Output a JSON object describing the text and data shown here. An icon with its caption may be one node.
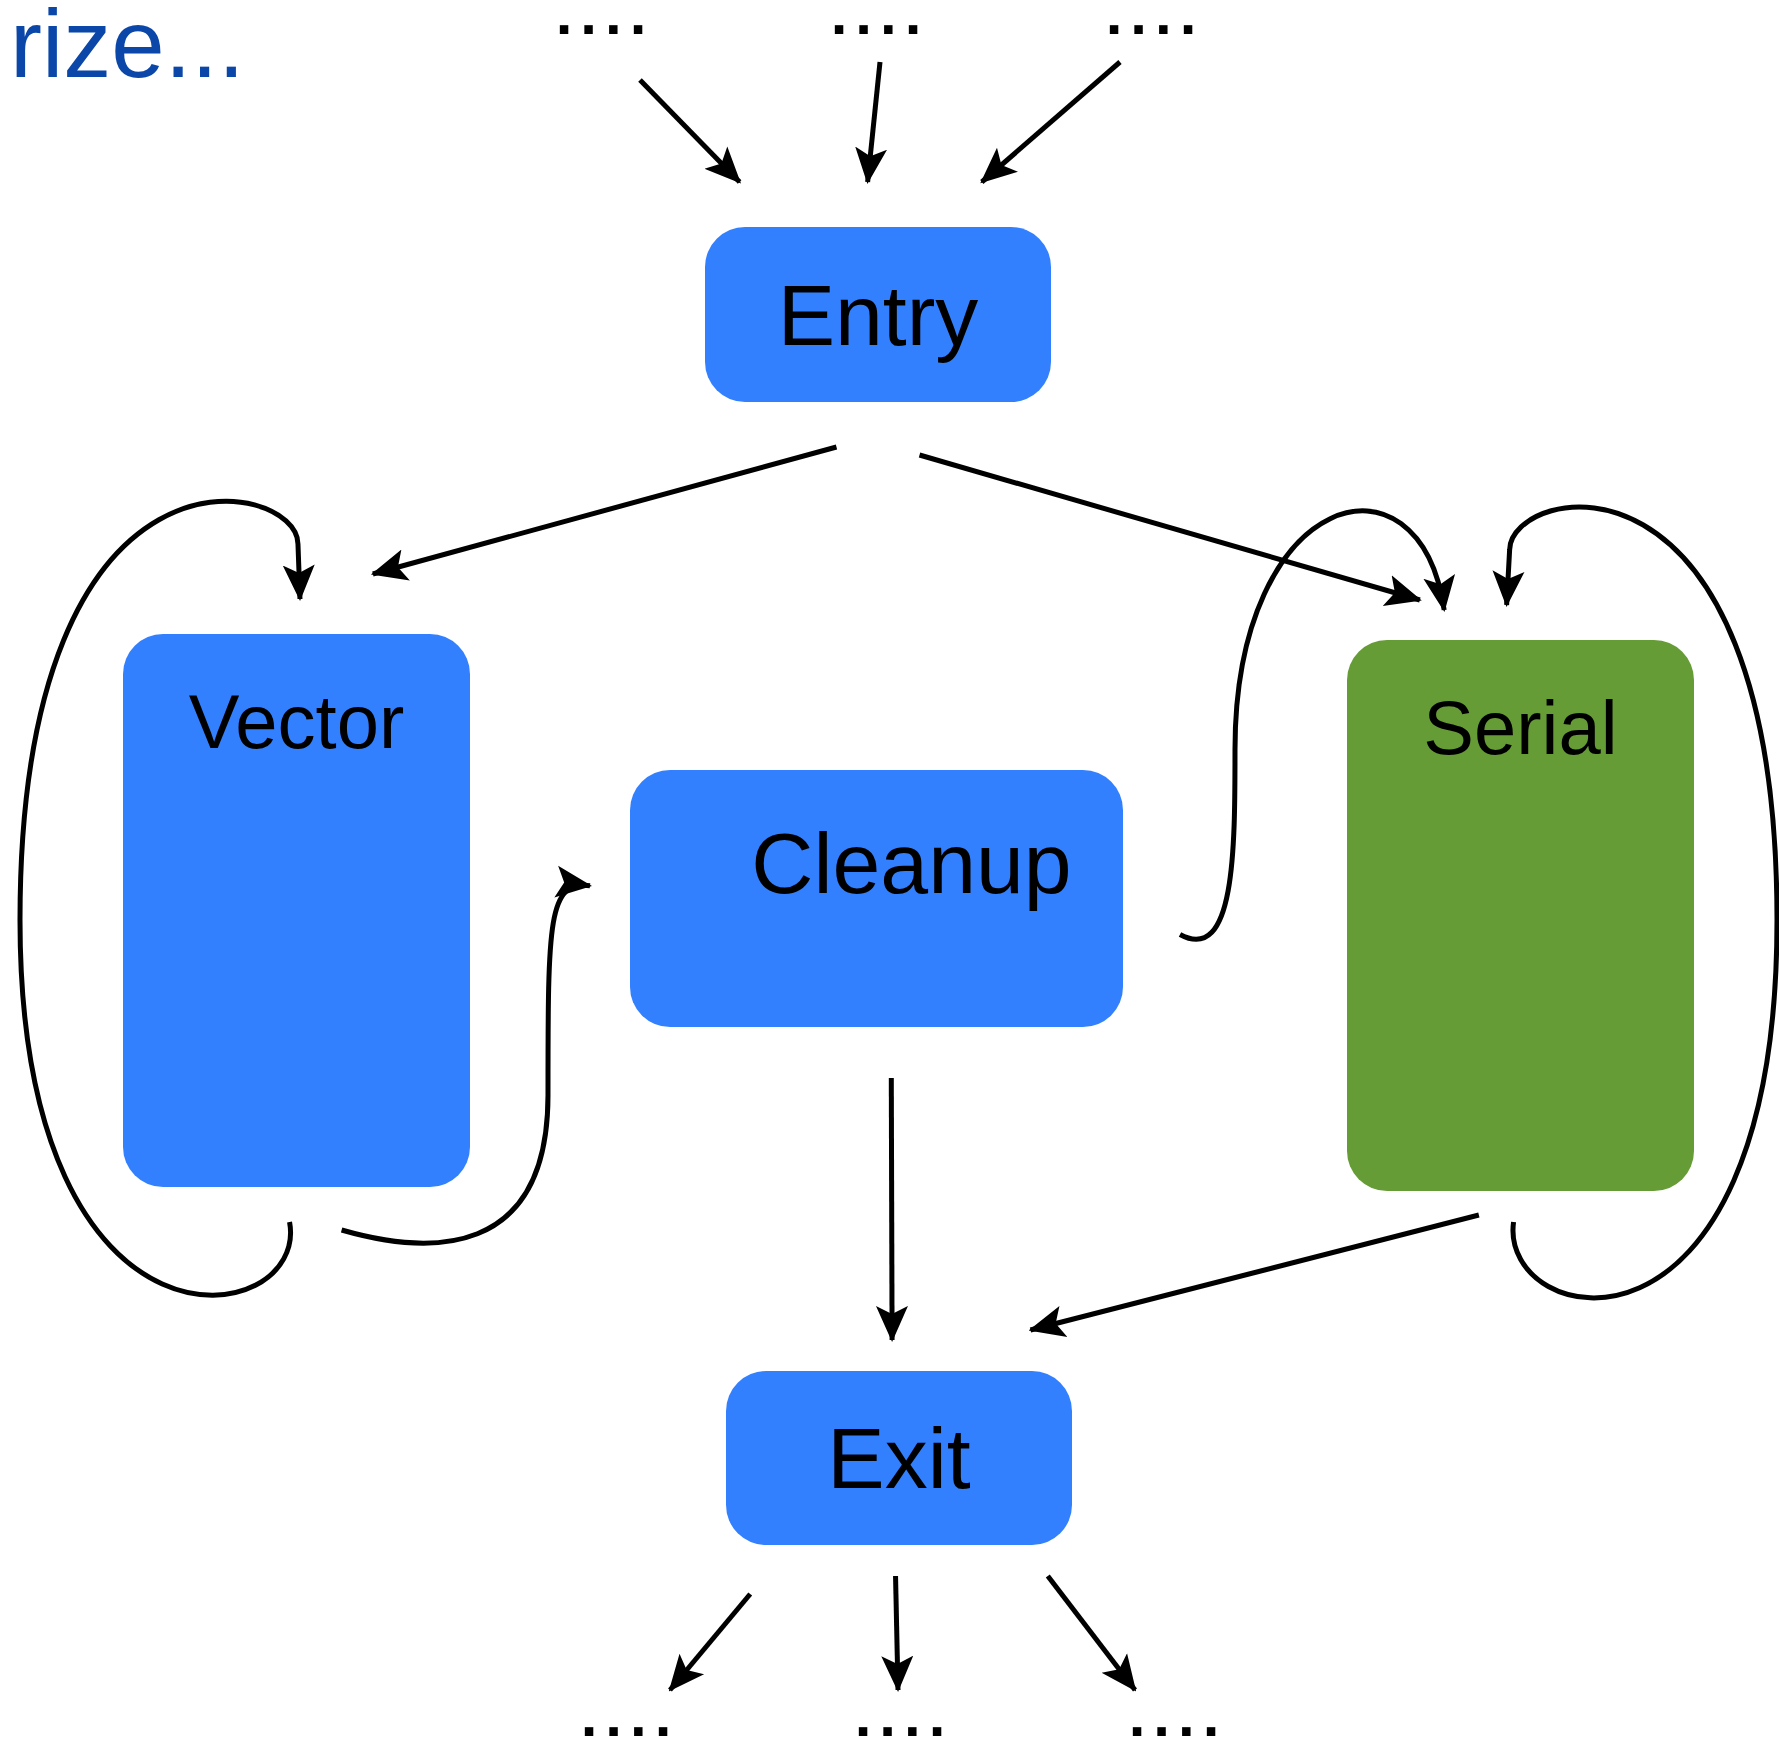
{
  "diagram": {
    "title": "rize...",
    "nodes": [
      {
        "text": [
          "...."
        ]
      },
      {
        "text": [
          "...."
        ]
      },
      {
        "text": [
          "...."
        ]
      },
      {
        "text": [
          "Entry"
        ]
      },
      {
        "text": [
          "Vector"
        ]
      },
      {
        "text": [
          "Cleanup"
        ]
      },
      {
        "text": [
          "Serial"
        ]
      },
      {
        "text": [
          "Exit"
        ]
      },
      {
        "text": [
          "...."
        ]
      },
      {
        "text": [
          "...."
        ]
      },
      {
        "text": [
          "...."
        ]
      }
    ],
    "edges": [
      {
        "from": 0,
        "to": 3,
        "arrow": "to"
      },
      {
        "from": 1,
        "to": 3,
        "arrow": "to"
      },
      {
        "from": 2,
        "to": 3,
        "arrow": "to"
      },
      {
        "from": 3,
        "to": 4,
        "arrow": "to"
      },
      {
        "from": 3,
        "to": 6,
        "arrow": "to"
      },
      {
        "from": 4,
        "to": 4,
        "arrow": "to"
      },
      {
        "from": 4,
        "to": 5,
        "arrow": "to"
      },
      {
        "from": 5,
        "to": 6,
        "arrow": "to"
      },
      {
        "from": 6,
        "to": 6,
        "arrow": "to"
      },
      {
        "from": 5,
        "to": 7,
        "arrow": "to"
      },
      {
        "from": 6,
        "to": 7,
        "arrow": "to"
      },
      {
        "from": 7,
        "to": 8,
        "arrow": "to"
      },
      {
        "from": 7,
        "to": 9,
        "arrow": "to"
      },
      {
        "from": 7,
        "to": 10,
        "arrow": "to"
      }
    ]
  }
}
